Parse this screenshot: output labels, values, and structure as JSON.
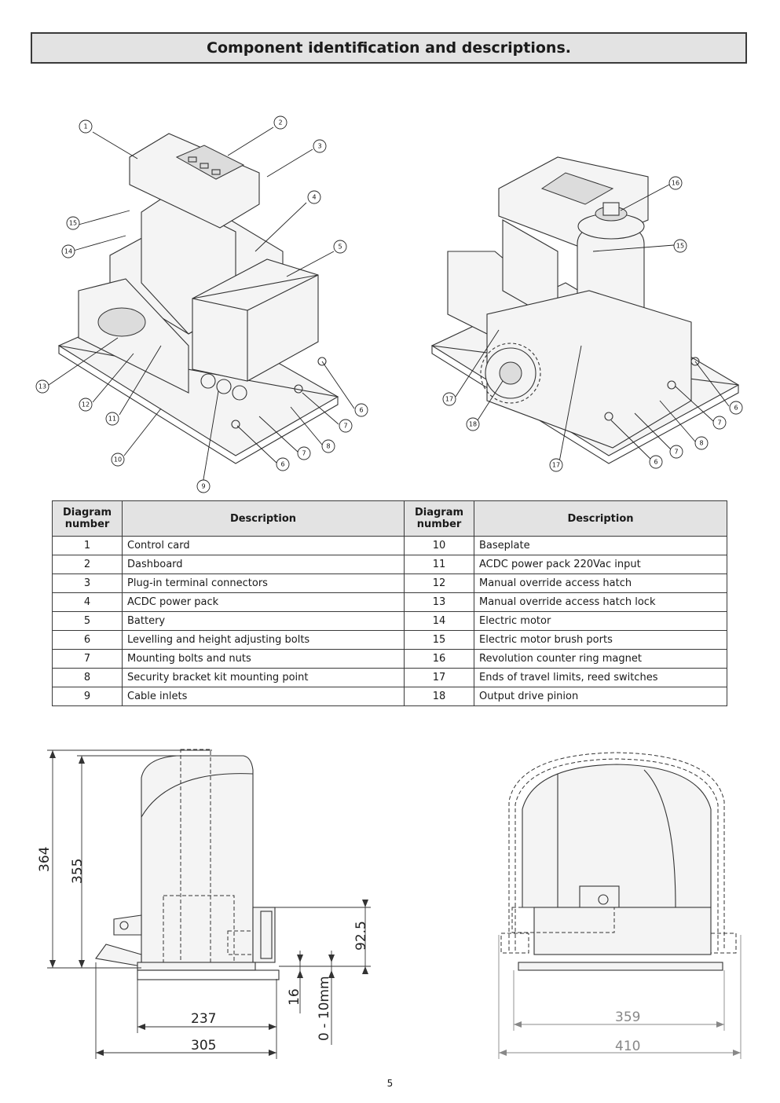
{
  "page_title": "Component identification and descriptions.",
  "table": {
    "headers": [
      "Diagram number",
      "Description",
      "Diagram number",
      "Description"
    ],
    "rows": [
      [
        "1",
        "Control card",
        "10",
        "Baseplate"
      ],
      [
        "2",
        "Dashboard",
        "11",
        "ACDC power pack 220Vac input"
      ],
      [
        "3",
        "Plug-in terminal connectors",
        "12",
        "Manual override access hatch"
      ],
      [
        "4",
        "ACDC power pack",
        "13",
        "Manual override access hatch lock"
      ],
      [
        "5",
        "Battery",
        "14",
        "Electric motor"
      ],
      [
        "6",
        "Levelling and height adjusting bolts",
        "15",
        "Electric motor brush ports"
      ],
      [
        "7",
        "Mounting bolts and nuts",
        "16",
        "Revolution counter ring magnet"
      ],
      [
        "8",
        "Security bracket kit mounting point",
        "17",
        "Ends of travel limits, reed switches"
      ],
      [
        "9",
        "Cable inlets",
        "18",
        "Output drive pinion"
      ]
    ]
  },
  "callouts_left": [
    "1",
    "2",
    "3",
    "4",
    "5",
    "15",
    "14",
    "13",
    "12",
    "11",
    "10",
    "6",
    "7",
    "8",
    "7",
    "6",
    "9"
  ],
  "callouts_right": [
    "16",
    "15",
    "17",
    "18",
    "17",
    "6",
    "7",
    "8",
    "7",
    "6"
  ],
  "side_dimensions": {
    "total_height": "364",
    "body_height": "355",
    "pinion_height": "92.5",
    "base_offset": "16",
    "adjust_range": "0 - 10mm",
    "inner_length": "237",
    "total_length": "305"
  },
  "front_dimensions": {
    "inner_width": "359",
    "total_width": "410"
  },
  "page_number": "5"
}
